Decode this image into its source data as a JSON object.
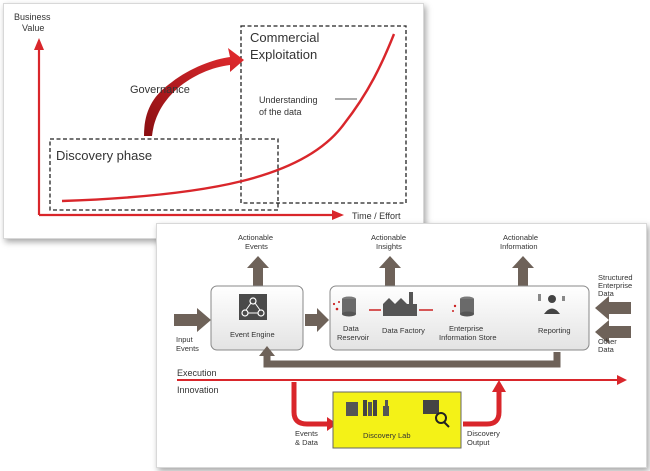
{
  "top_chart": {
    "y_axis_label_line1": "Business",
    "y_axis_label_line2": "Value",
    "x_axis_label": "Time / Effort",
    "commercial_line1": "Commercial",
    "commercial_line2": "Exploitation",
    "governance": "Governance",
    "understanding_line1": "Understanding",
    "understanding_line2": "of the data",
    "discovery_phase": "Discovery phase"
  },
  "architecture": {
    "actionable_events_line1": "Actionable",
    "actionable_events_line2": "Events",
    "actionable_insights_line1": "Actionable",
    "actionable_insights_line2": "Insights",
    "actionable_information_line1": "Actionable",
    "actionable_information_line2": "Information",
    "input_events_line1": "Input",
    "input_events_line2": "Events",
    "event_engine": "Event Engine",
    "data_reservoir_line1": "Data",
    "data_reservoir_line2": "Reservoir",
    "data_factory": "Data Factory",
    "enterprise_store_line1": "Enterprise",
    "enterprise_store_line2": "Information Store",
    "reporting": "Reporting",
    "structured_line1": "Structured",
    "structured_line2": "Enterprise",
    "structured_line3": "Data",
    "other_line1": "Other",
    "other_line2": "Data",
    "execution": "Execution",
    "innovation": "Innovation",
    "events_data_line1": "Events",
    "events_data_line2": "& Data",
    "discovery_lab": "Discovery Lab",
    "discovery_output_line1": "Discovery",
    "discovery_output_line2": "Output"
  },
  "colors": {
    "accent_red": "#d9262b",
    "arrow_gray": "#6e6259",
    "lab_yellow": "#f4f217"
  }
}
